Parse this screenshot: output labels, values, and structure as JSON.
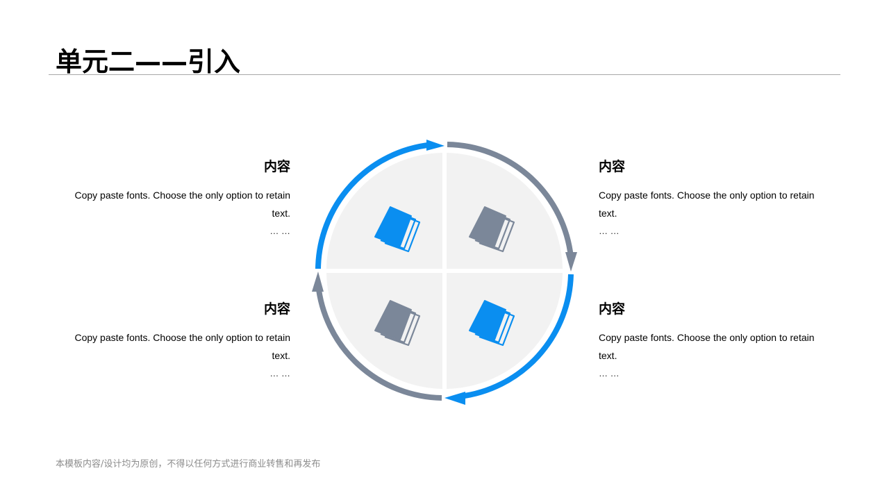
{
  "page": {
    "title": "单元二——引入",
    "footer": "本模板内容/设计均为原创，不得以任何方式进行商业转售和再发布"
  },
  "blocks": {
    "top_left": {
      "heading": "内容",
      "text": "Copy paste fonts. Choose the only option to retain text.",
      "ellipsis": "… …"
    },
    "top_right": {
      "heading": "内容",
      "text": "Copy paste fonts. Choose the only option to retain text.",
      "ellipsis": "… …"
    },
    "bottom_left": {
      "heading": "内容",
      "text": "Copy paste fonts. Choose the only option to retain text.",
      "ellipsis": "… …"
    },
    "bottom_right": {
      "heading": "内容",
      "text": "Copy paste fonts. Choose the only option to retain text.",
      "ellipsis": "… …"
    }
  },
  "diagram": {
    "colors": {
      "blue": "#0a8ef0",
      "gray": "#7b8799",
      "fill": "#f2f2f2"
    },
    "quadrants": [
      {
        "position": "top-left",
        "icon": "book-icon",
        "color": "blue"
      },
      {
        "position": "top-right",
        "icon": "book-icon",
        "color": "gray"
      },
      {
        "position": "bottom-left",
        "icon": "book-icon",
        "color": "gray"
      },
      {
        "position": "bottom-right",
        "icon": "book-icon",
        "color": "blue"
      }
    ],
    "arcs": [
      {
        "position": "top-left",
        "color": "blue",
        "direction": "clockwise"
      },
      {
        "position": "top-right",
        "color": "gray",
        "direction": "clockwise"
      },
      {
        "position": "bottom-right",
        "color": "blue",
        "direction": "clockwise"
      },
      {
        "position": "bottom-left",
        "color": "gray",
        "direction": "clockwise"
      }
    ]
  }
}
